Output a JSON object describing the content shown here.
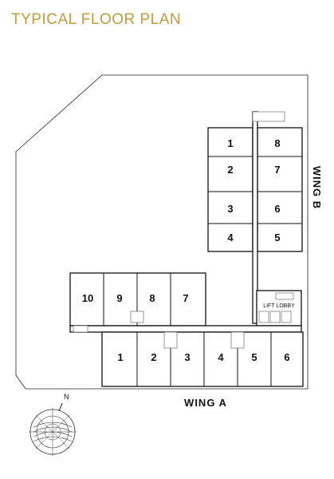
{
  "title": "TYPICAL FLOOR PLAN",
  "wing_a": {
    "label": "WING A",
    "units": [
      "1",
      "2",
      "3",
      "4",
      "5",
      "6"
    ]
  },
  "wing_a_upper": {
    "units": [
      "10",
      "9",
      "8",
      "7"
    ]
  },
  "wing_b": {
    "label": "WING B",
    "left_units": [
      "1",
      "2",
      "3",
      "4"
    ],
    "right_units": [
      "8",
      "7",
      "6",
      "5"
    ]
  },
  "lift_lobby": "LIFT LOBBY",
  "compass": {
    "north_label": "N"
  }
}
